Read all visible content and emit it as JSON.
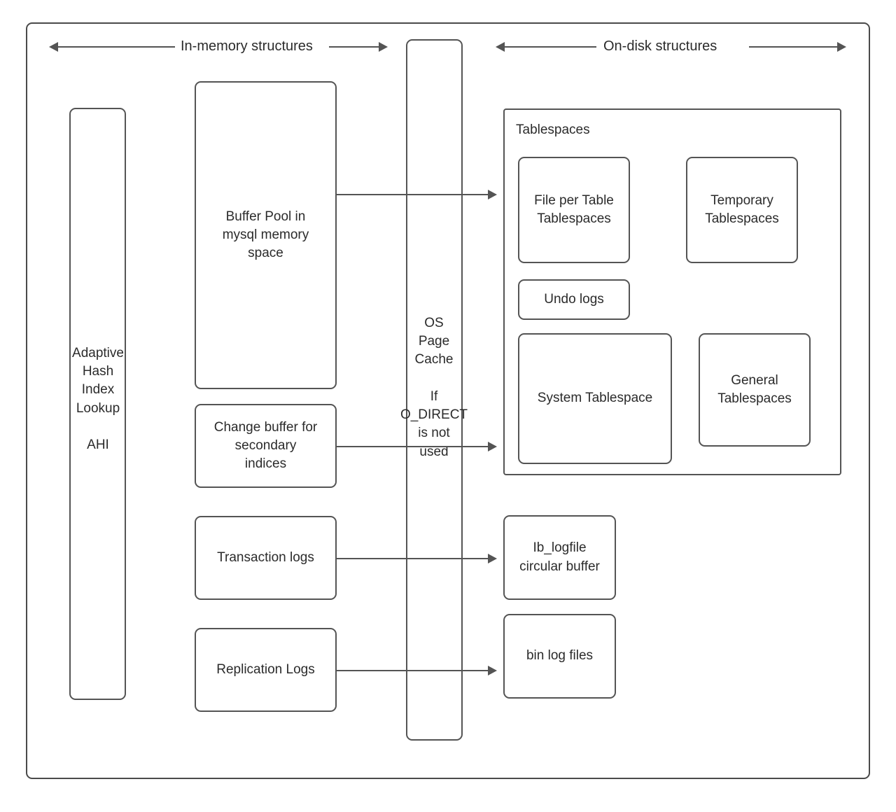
{
  "diagram": {
    "headers": [
      {
        "id": "in-memory",
        "label": "In-memory structures"
      },
      {
        "id": "on-disk",
        "label": "On-disk structures"
      }
    ],
    "in_memory": {
      "ahi": {
        "label": "Adaptive\nHash\nIndex\nLookup\n\nAHI"
      },
      "buffer_pool": {
        "label": "Buffer Pool in\nmysql memory\nspace"
      },
      "change_buffer": {
        "label": "Change buffer for\nsecondary\nindices"
      },
      "transaction_logs": {
        "label": "Transaction logs"
      },
      "replication_logs": {
        "label": "Replication Logs"
      }
    },
    "os_page_cache": {
      "label": "OS\nPage\nCache\n\nIf\nO_DIRECT\nis not\nused"
    },
    "on_disk": {
      "tablespaces_group": {
        "title": "Tablespaces",
        "boxes": [
          {
            "id": "file-per-table",
            "label": "File per Table\nTablespaces"
          },
          {
            "id": "temporary",
            "label": "Temporary\nTablespaces"
          },
          {
            "id": "undo-logs",
            "label": "Undo logs"
          },
          {
            "id": "system",
            "label": "System Tablespace"
          },
          {
            "id": "general",
            "label": "General\nTablespaces"
          }
        ]
      },
      "ib_logfile": {
        "label": "Ib_logfile\ncircular buffer"
      },
      "bin_log_files": {
        "label": "bin log files"
      }
    },
    "colors": {
      "stroke": "#545454",
      "frame_stroke": "#4a4a4a",
      "text": "#2b2b2b",
      "background": "#ffffff"
    }
  }
}
